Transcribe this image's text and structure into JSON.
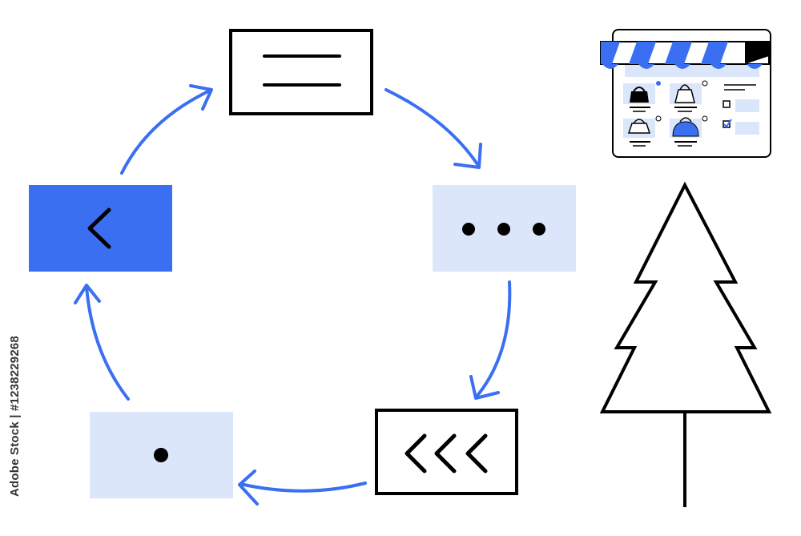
{
  "stock_id": "Adobe Stock | #1238229268",
  "colors": {
    "accent": "#3b6ff2",
    "pale": "#dbe6fa",
    "ink": "#000000"
  },
  "cycle": {
    "nodes": [
      {
        "name": "menu-box",
        "style": "outline",
        "icon": "hamburger-lines-icon"
      },
      {
        "name": "ellipsis-box",
        "style": "pale",
        "icon": "ellipsis-dots-icon"
      },
      {
        "name": "rewind-box",
        "style": "outline",
        "icon": "triple-chevron-left-icon"
      },
      {
        "name": "dot-box",
        "style": "pale",
        "icon": "single-dot-icon"
      },
      {
        "name": "back-box",
        "style": "accent",
        "icon": "chevron-left-icon"
      }
    ]
  },
  "shop_window": {
    "icon": "online-shop-window-icon"
  },
  "tree": {
    "icon": "pine-tree-icon"
  }
}
